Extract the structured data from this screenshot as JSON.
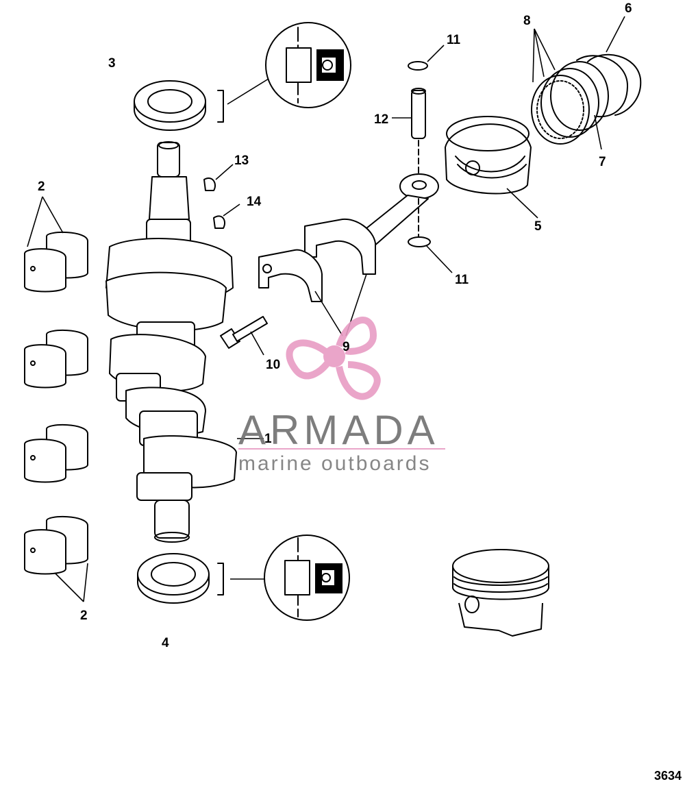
{
  "callouts": {
    "c1": "1",
    "c2_top": "2",
    "c2_bottom": "2",
    "c3": "3",
    "c4": "4",
    "c5": "5",
    "c6": "6",
    "c7": "7",
    "c8": "8",
    "c9": "9",
    "c10": "10",
    "c11_top": "11",
    "c11_bottom": "11",
    "c12": "12",
    "c13": "13",
    "c14": "14"
  },
  "watermark": {
    "brand": "ARMADA",
    "tagline": "marine outboards",
    "logo_icon": "propeller-logo-icon",
    "brand_color": "#e89cc4",
    "text_color": "#707070"
  },
  "figure_number": "3634"
}
